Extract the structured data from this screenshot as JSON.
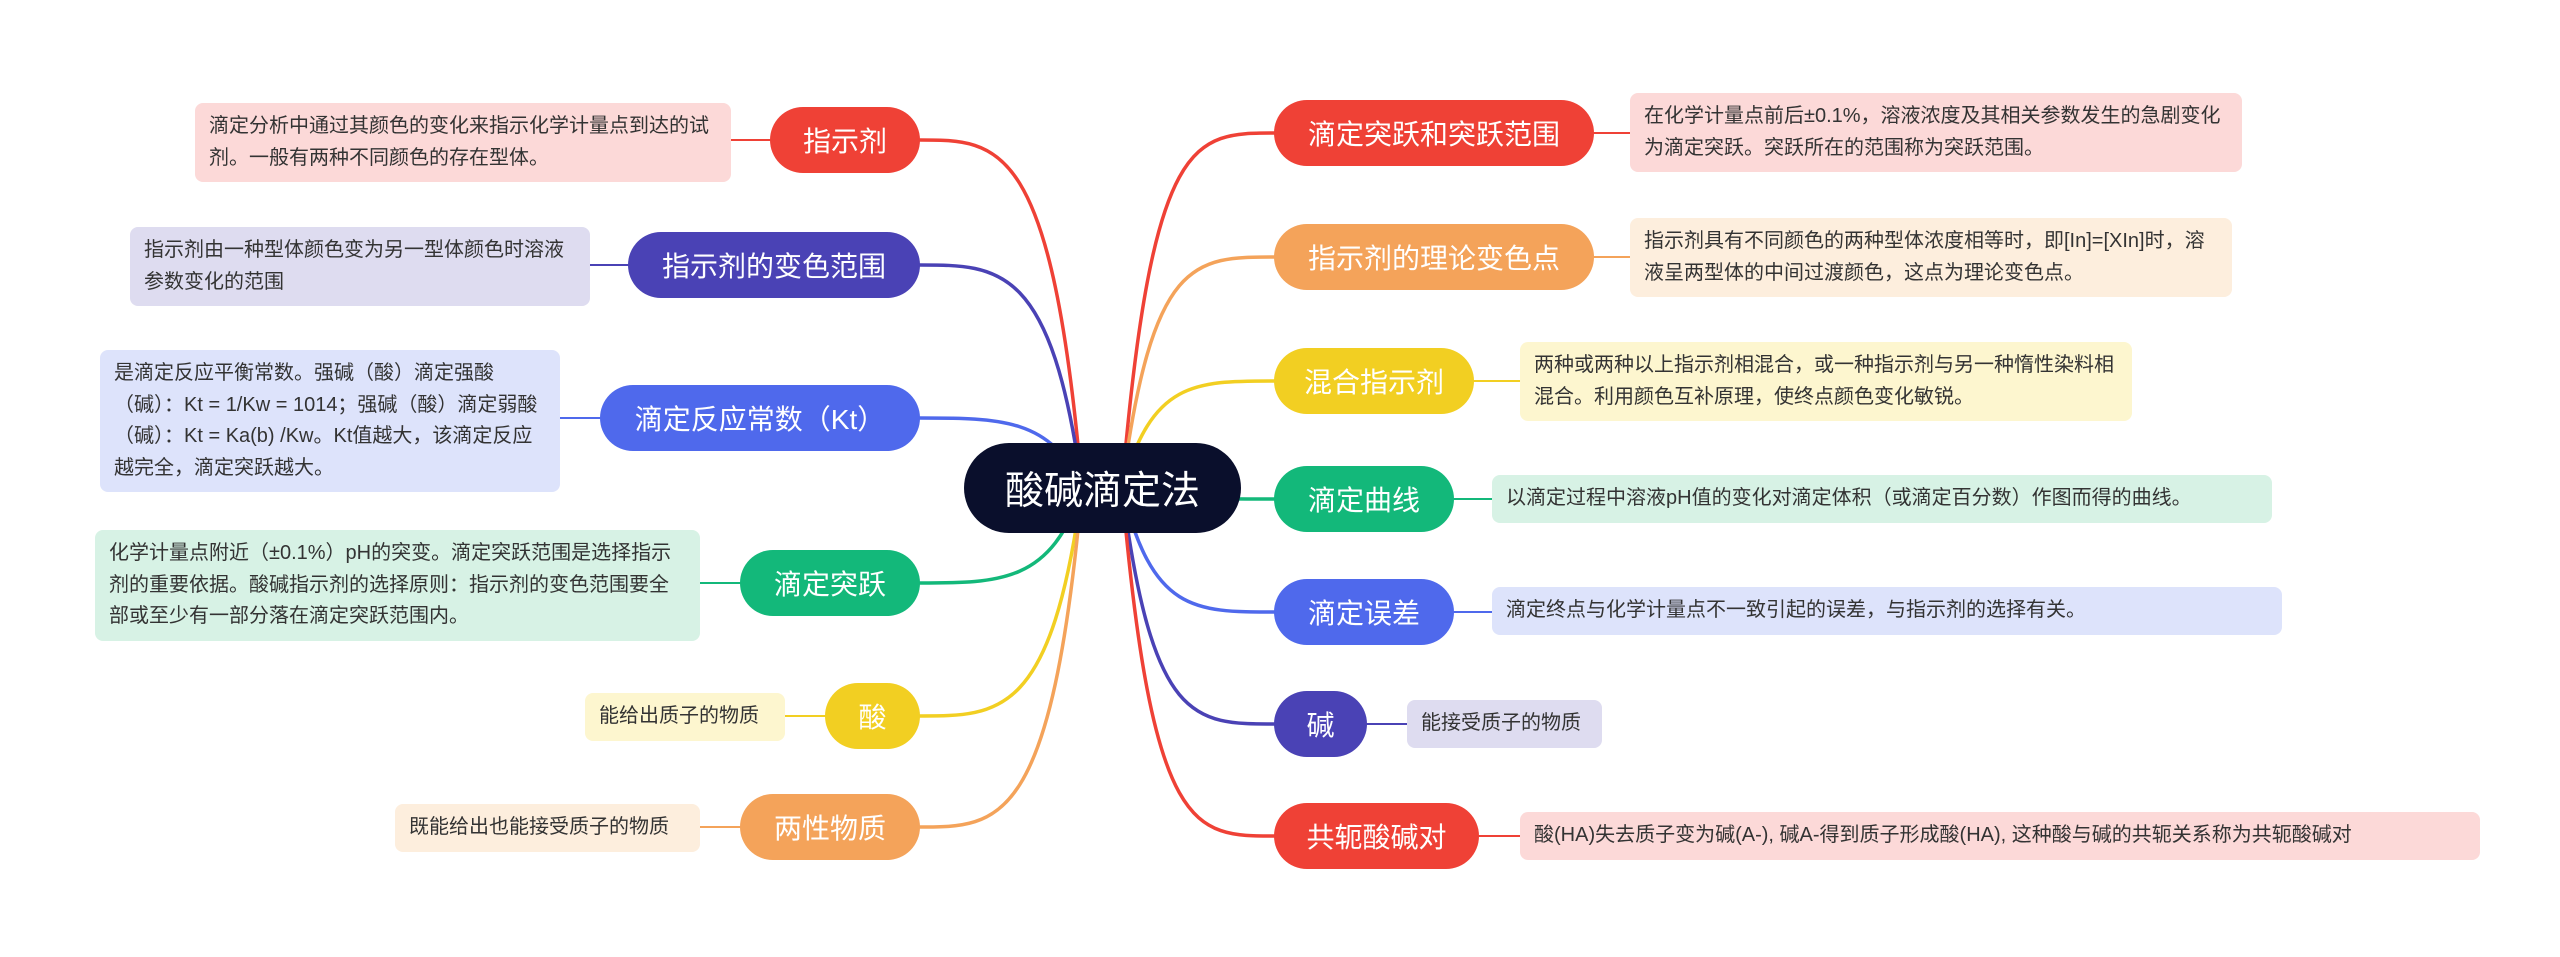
{
  "colors": {
    "red": "#ef4136",
    "orange": "#f4a35a",
    "yellow": "#f2cf22",
    "green": "#13b87a",
    "blue": "#4f69ec",
    "indigo": "#4a42b5",
    "center": "#0a0f2c",
    "note_red": "#fcd9d8",
    "note_orange": "#fdeedd",
    "note_yellow": "#fdf6cf",
    "note_green": "#d7f2e5",
    "note_blue": "#dde3fb",
    "note_indigo": "#dedcf0"
  },
  "center": {
    "label": "酸碱滴定法"
  },
  "left_topics": [
    {
      "label": "指示剂",
      "color": "red",
      "note": "滴定分析中通过其颜色的变化来指示化学计量点到达的试剂。一般有两种不同颜色的存在型体。"
    },
    {
      "label": "指示剂的变色范围",
      "color": "indigo",
      "note": "指示剂由一种型体颜色变为另一型体颜色时溶液参数变化的范围"
    },
    {
      "label": "滴定反应常数（Kt）",
      "color": "blue",
      "note": "是滴定反应平衡常数。强碱（酸）滴定强酸（碱）：Kt = 1/Kw = 1014；强碱（酸）滴定弱酸（碱）：Kt = Ka(b) /Kw。Kt值越大，该滴定反应越完全，滴定突跃越大。"
    },
    {
      "label": "滴定突跃",
      "color": "green",
      "note": "化学计量点附近（±0.1%）pH的突变。滴定突跃范围是选择指示剂的重要依据。酸碱指示剂的选择原则：指示剂的变色范围要全部或至少有一部分落在滴定突跃范围内。"
    },
    {
      "label": "酸",
      "color": "yellow",
      "note": "能给出质子的物质"
    },
    {
      "label": "两性物质",
      "color": "orange",
      "note": "既能给出也能接受质子的物质"
    }
  ],
  "right_topics": [
    {
      "label": "滴定突跃和突跃范围",
      "color": "red",
      "note": "在化学计量点前后±0.1%，溶液浓度及其相关参数发生的急剧变化为滴定突跃。突跃所在的范围称为突跃范围。"
    },
    {
      "label": "指示剂的理论变色点",
      "color": "orange",
      "note": "指示剂具有不同颜色的两种型体浓度相等时，即[In]=[XIn]时，溶液呈两型体的中间过渡颜色，这点为理论变色点。"
    },
    {
      "label": "混合指示剂",
      "color": "yellow",
      "note": "两种或两种以上指示剂相混合，或一种指示剂与另一种惰性染料相混合。利用颜色互补原理，使终点颜色变化敏锐。"
    },
    {
      "label": "滴定曲线",
      "color": "green",
      "note": "以滴定过程中溶液pH值的变化对滴定体积（或滴定百分数）作图而得的曲线。"
    },
    {
      "label": "滴定误差",
      "color": "blue",
      "note": "滴定终点与化学计量点不一致引起的误差，与指示剂的选择有关。"
    },
    {
      "label": "碱",
      "color": "indigo",
      "note": "能接受质子的物质"
    },
    {
      "label": "共轭酸碱对",
      "color": "red",
      "note": "酸(HA)失去质子变为碱(A-), 碱A-得到质子形成酸(HA), 这种酸与碱的共轭关系称为共轭酸碱对"
    }
  ]
}
